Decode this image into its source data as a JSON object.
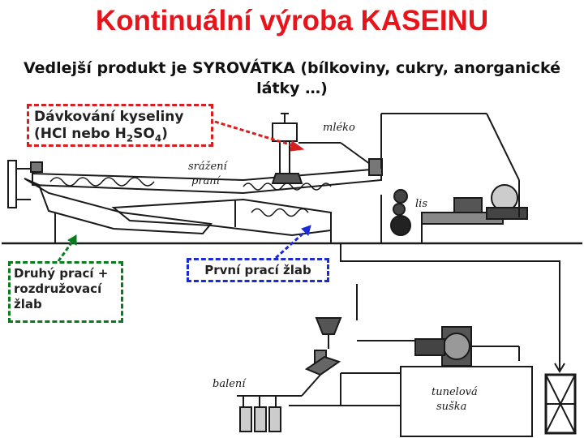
{
  "title": "Kontinuální výroba KASEINU",
  "subtitle": "Vedlejší produkt je SYROVÁTKA (bílkoviny, cukry, anorganické látky …)",
  "callouts": {
    "acid": {
      "line1": "Dávkování kyseliny",
      "line2_pre": "(HCl nebo H",
      "sub1": "2",
      "line2_mid": "SO",
      "sub2": "4",
      "line2_post": ")",
      "color": "#d81e1e"
    },
    "second_trough": {
      "text": "Druhý prací + rozdružovací žlab",
      "color": "#0a7a1e"
    },
    "first_trough": {
      "text": "První prací žlab",
      "color": "#1a2bd6"
    }
  },
  "drawing_labels": {
    "milk": "mléko",
    "precipitation": "srážení",
    "washing": "praní",
    "press": "lis",
    "packing": "balení",
    "tunnel_dryer_1": "tunelová",
    "tunnel_dryer_2": "suška"
  },
  "colors": {
    "title": "#e8141b",
    "ink": "#1a1a1a"
  }
}
